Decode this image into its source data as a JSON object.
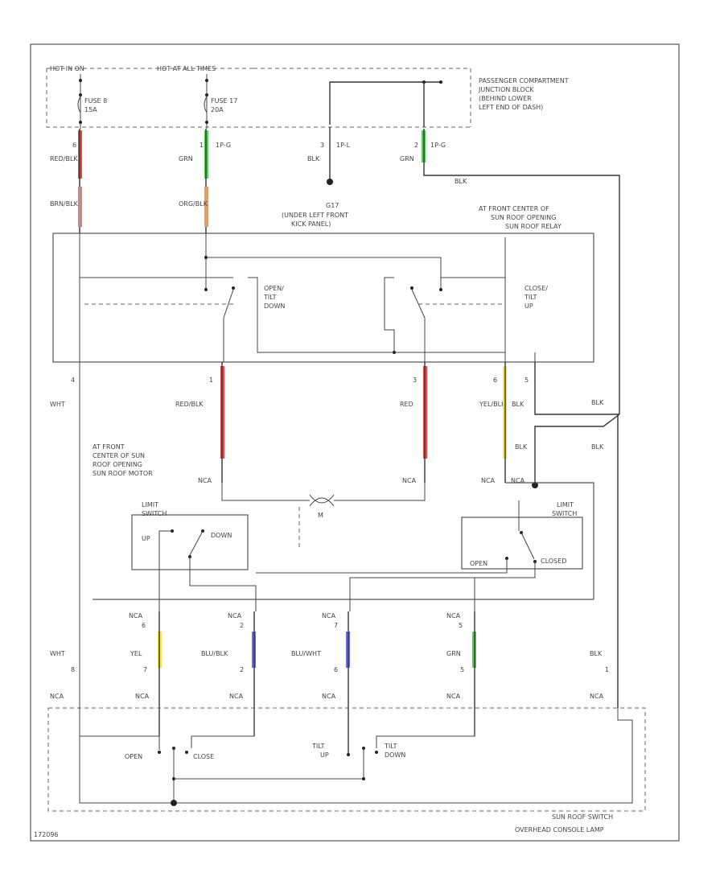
{
  "diagram": {
    "fuse_panel": {
      "hot_label": "HOT IN ON",
      "hot_label2": "HOT AT ALL TIMES",
      "fuse_a": "FUSE 8",
      "fuse_a_amp": "15A",
      "fuse_b": "FUSE 17",
      "fuse_b_amp": "20A"
    },
    "junction_block": {
      "line1": "PASSENGER COMPARTMENT",
      "line2": "JUNCTION BLOCK",
      "line3": "(BEHIND LOWER",
      "line4": "LEFT END OF DASH)"
    },
    "connectors_top": [
      {
        "pin": "6",
        "wire": "RED/BLK"
      },
      {
        "pin": "1",
        "wire": "GRN",
        "conn": "1P-G"
      },
      {
        "pin": "3",
        "wire": "BLK",
        "conn": "1P-L"
      },
      {
        "pin": "2",
        "wire": "GRN",
        "conn": "1P-G"
      }
    ],
    "wires_mid": [
      "BRN/BLK",
      "ORG/BLK"
    ],
    "ground_label": "G17",
    "ground_loc1": "(UNDER LEFT FRONT",
    "ground_loc2": "KICK PANEL)",
    "relay_label1": "AT FRONT CENTER OF",
    "relay_label2": "SUN ROOF OPENING",
    "relay_label3": "SUN ROOF RELAY",
    "relay_open1": "OPEN/",
    "relay_open2": "TILT",
    "relay_open3": "DOWN",
    "relay_close1": "CLOSE/",
    "relay_close2": "TILT",
    "relay_close3": "UP",
    "relay_pins": [
      {
        "pin": "4",
        "wire": "WHT"
      },
      {
        "pin": "1",
        "wire": "RED/BLK"
      },
      {
        "pin": "3",
        "wire": "RED"
      },
      {
        "pin": "6",
        "wire": "YEL/BLK"
      },
      {
        "pin": "5",
        "wire": "BLK"
      }
    ],
    "blk_right": "BLK",
    "blk_right2": "BLK",
    "blk_lower": "BLK",
    "motor_label1": "AT FRONT",
    "motor_label2": "CENTER OF SUN",
    "motor_label3": "ROOF OPENING",
    "motor_label4": "SUN ROOF MOTOR",
    "motor_m": "M",
    "motor_conn": [
      "NCA",
      "NCA",
      "NCA",
      "NCA"
    ],
    "limit_left1": "LIMIT",
    "limit_left2": "SWITCH",
    "limit_up": "UP",
    "limit_down": "DOWN",
    "limit_right1": "LIMIT",
    "limit_right2": "SWITCH",
    "limit_open": "OPEN",
    "limit_closed": "CLOSED",
    "lower_pins": [
      {
        "conn": "NCA",
        "pin": "6",
        "wire": "YEL"
      },
      {
        "conn": "NCA",
        "pin": "2",
        "wire": "BLU/BLK"
      },
      {
        "conn": "NCA",
        "pin": "7",
        "wire": "BLU/WHT"
      },
      {
        "conn": "NCA",
        "pin": "5",
        "wire": "GRN"
      }
    ],
    "switch_pins": [
      {
        "wire": "WHT",
        "pin": "8"
      },
      {
        "wire": "",
        "pin": "7"
      },
      {
        "wire": "",
        "pin": "2"
      },
      {
        "wire": "",
        "pin": "6"
      },
      {
        "wire": "",
        "pin": "5"
      },
      {
        "wire": "BLK",
        "pin": "1"
      }
    ],
    "switch_nca": "NCA",
    "sw_open": "OPEN",
    "sw_close": "CLOSE",
    "sw_tilt_up1": "TILT",
    "sw_tilt_up2": "UP",
    "sw_tilt_down1": "TILT",
    "sw_tilt_down2": "DOWN",
    "switch_label1": "SUN ROOF SWITCH",
    "switch_label2": "OVERHEAD CONSOLE LAMP",
    "figure_id": "172096"
  },
  "colors": {
    "red": "#e84a4a",
    "green": "#4fd24f",
    "yellow": "#f5e84a",
    "blue": "#6a6af0",
    "orange": "#d9a070",
    "brown": "#c48a7a"
  }
}
